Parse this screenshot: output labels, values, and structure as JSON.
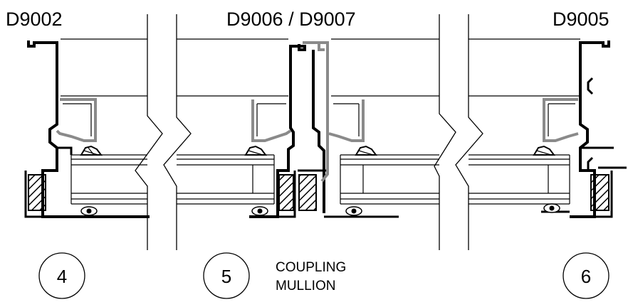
{
  "labels": {
    "left_title": "D9002",
    "mid_title": "D9006 / D9007",
    "right_title": "D9005"
  },
  "callouts": {
    "left_number": "4",
    "mid_number": "5",
    "right_number": "6",
    "note_line1": "COUPLING",
    "note_line2": "MULLION"
  }
}
